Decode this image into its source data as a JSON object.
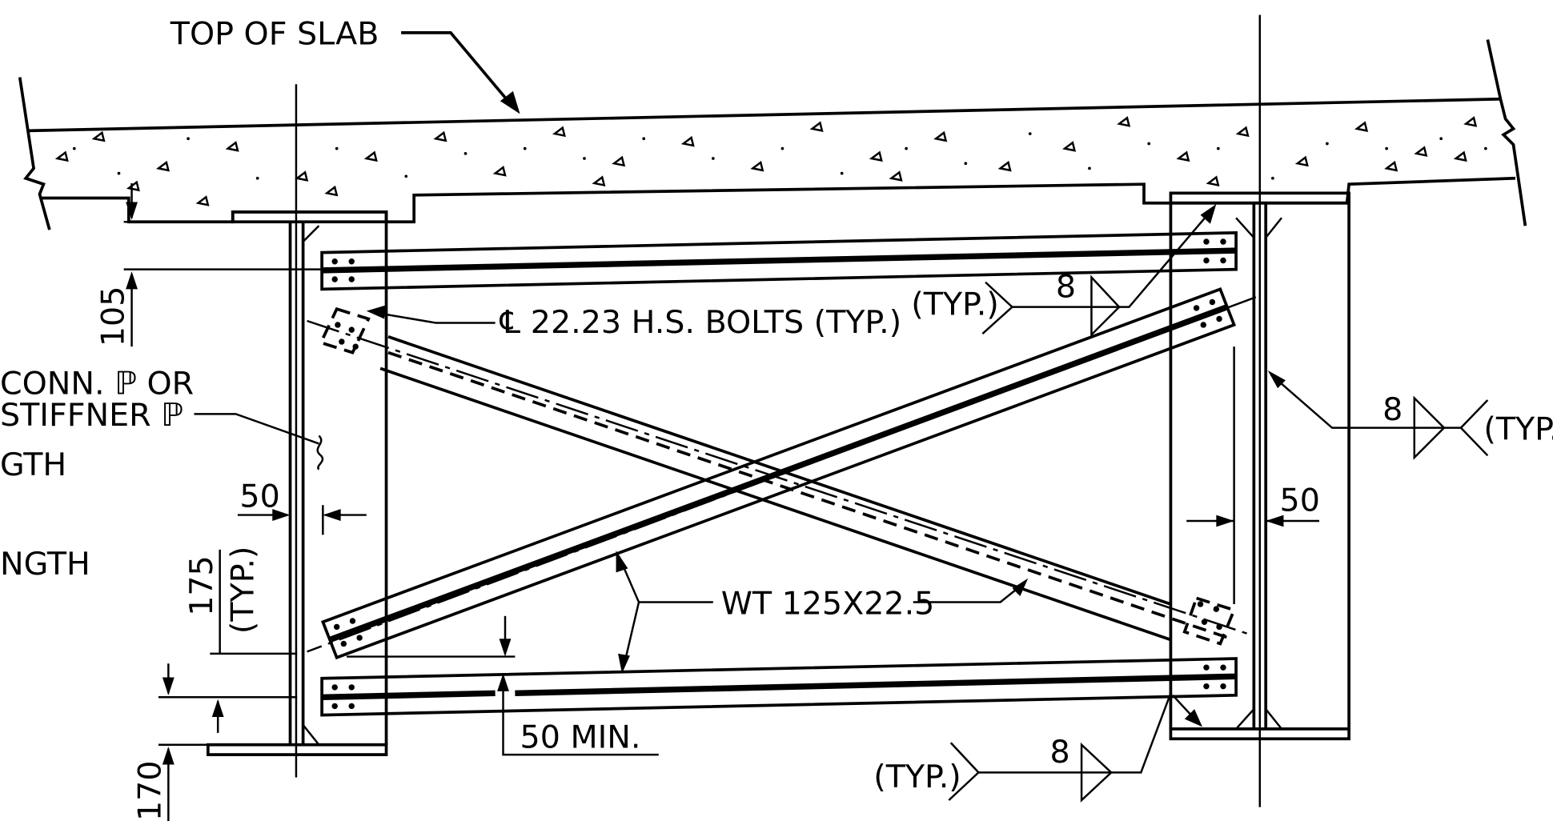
{
  "drawing": {
    "labels": {
      "top_of_slab": "TOP OF SLAB",
      "bolts": "℄ 22.23 H.S. BOLTS (TYP.)",
      "typ_upper": "(TYP.)",
      "weld_upper": "8",
      "conn_pl_1": "CONN. ℙ OR",
      "conn_pl_2": "STIFFNER ℙ",
      "gth": "GTH",
      "ngth": "NGTH",
      "weld_right": "8",
      "typ_right": "(TYP.",
      "dim_105": "105",
      "dim_50_left": "50",
      "dim_50_right": "50",
      "dim_175": "175",
      "dim_175_typ": "(TYP.)",
      "member": "WT 125X22.5",
      "min_50": "50 MIN.",
      "typ_lower": "(TYP.)",
      "weld_lower": "8",
      "dim_170": "170"
    }
  }
}
